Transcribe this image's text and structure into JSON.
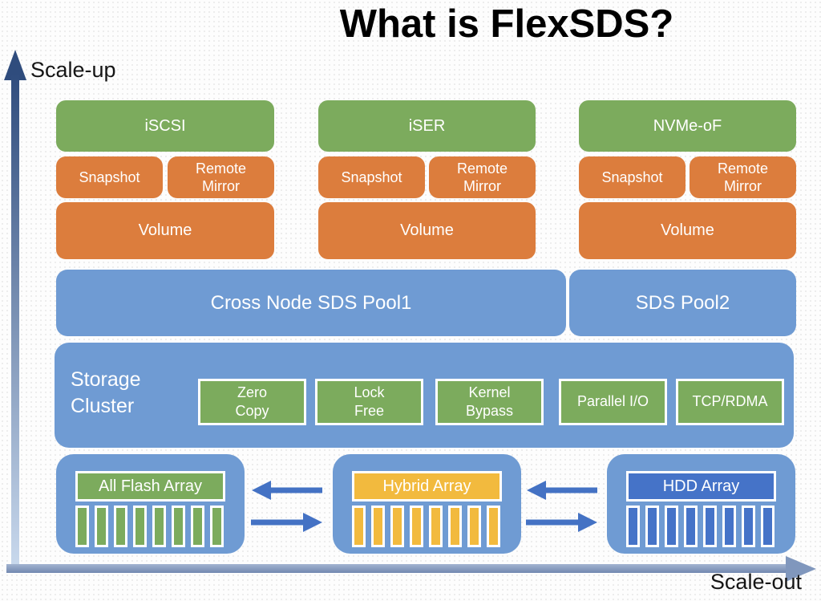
{
  "title": "What is FlexSDS?",
  "axes": {
    "scale_up": "Scale-up",
    "scale_out": "Scale-out"
  },
  "protocol_stacks": [
    {
      "protocol": "iSCSI",
      "snapshot": "Snapshot",
      "remote_mirror": "Remote\nMirror",
      "volume": "Volume"
    },
    {
      "protocol": "iSER",
      "snapshot": "Snapshot",
      "remote_mirror": "Remote\nMirror",
      "volume": "Volume"
    },
    {
      "protocol": "NVMe-oF",
      "snapshot": "Snapshot",
      "remote_mirror": "Remote\nMirror",
      "volume": "Volume"
    }
  ],
  "pools": {
    "pool1": "Cross Node SDS Pool1",
    "pool2": "SDS Pool2"
  },
  "storage_cluster": {
    "label": "Storage\nCluster",
    "features": [
      "Zero\nCopy",
      "Lock\nFree",
      "Kernel\nBypass",
      "Parallel I/O",
      "TCP/RDMA"
    ]
  },
  "arrays": [
    {
      "label": "All Flash Array",
      "disk_count": 8,
      "color": "#7CAB5D"
    },
    {
      "label": "Hybrid Array",
      "disk_count": 8,
      "color": "#F2BA3E"
    },
    {
      "label": "HDD Array",
      "disk_count": 8,
      "color": "#4573C8"
    }
  ],
  "colors": {
    "green": "#7CAB5D",
    "orange": "#DC7D3D",
    "blue": "#6F9BD3",
    "hdd_blue": "#4573C8",
    "yellow": "#F2BA3E",
    "transfer_arrow": "#4472C4",
    "axis_dark": "#2F4C7D",
    "axis_light": "#C9D9ED",
    "axis_horizontal": "#8097BD"
  }
}
